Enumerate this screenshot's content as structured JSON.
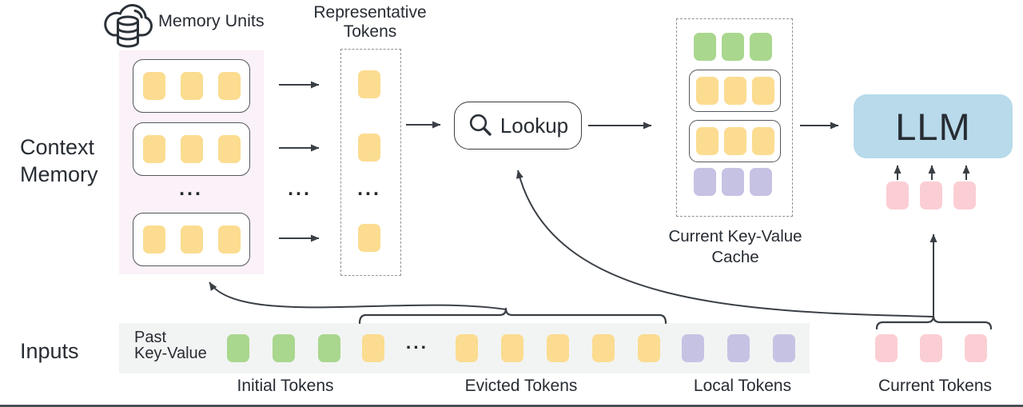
{
  "figure": {
    "colors": {
      "yellow": "#FBDC90",
      "green": "#A9D78E",
      "purple": "#C6C2E4",
      "pink": "#FBCED4",
      "llm_blue": "#B8DAEA",
      "memory_bg": "#FBF1F8",
      "strip_bg": "#F2F4F3",
      "line": "#3A3F45",
      "text": "#272C33"
    },
    "ellipsis": "...",
    "memory_units": {
      "label": "Memory Units"
    },
    "representative": {
      "label_line1": "Representative",
      "label_line2": "Tokens",
      "single": {
        "count": 1,
        "color": "yellow"
      }
    },
    "context_memory": {
      "label_line1": "Context",
      "label_line2": "Memory",
      "unit_tokens": {
        "count": 3,
        "color": "yellow"
      }
    },
    "lookup": {
      "label": "Lookup"
    },
    "cache": {
      "label_line1": "Current Key-Value",
      "label_line2": "Cache",
      "row_green": {
        "count": 3,
        "color": "green"
      },
      "row_yellow": {
        "count": 3,
        "color": "yellow"
      },
      "row_purple": {
        "count": 3,
        "color": "purple"
      }
    },
    "llm": {
      "label": "LLM",
      "input_tokens": {
        "count": 3,
        "color": "pink"
      }
    },
    "inputs": {
      "label": "Inputs",
      "past_kv_line1": "Past",
      "past_kv_line2": "Key-Value",
      "initial": {
        "label": "Initial Tokens",
        "tokens": {
          "count": 3,
          "color": "green"
        }
      },
      "evicted": {
        "label": "Evicted Tokens",
        "head": {
          "count": 1,
          "color": "yellow"
        },
        "tail": {
          "count": 5,
          "color": "yellow"
        }
      },
      "local": {
        "label": "Local Tokens",
        "tokens": {
          "count": 3,
          "color": "purple"
        }
      },
      "current": {
        "label": "Current Tokens",
        "tokens": {
          "count": 3,
          "color": "pink"
        }
      }
    }
  }
}
